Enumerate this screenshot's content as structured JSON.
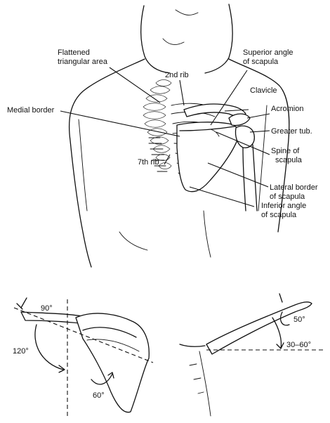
{
  "figure": {
    "labels": {
      "flattened_area": [
        "Flattened",
        "triangular area"
      ],
      "second_rib": "2nd rib",
      "superior_angle": [
        "Superior angle",
        "of scapula"
      ],
      "clavicle": "Clavicle",
      "acromion": "Acromion",
      "medial_border": "Medial border",
      "greater_tub": "Greater tub.",
      "spine_of_scapula": [
        "Spine of",
        "scapula"
      ],
      "seventh_rib": "7th rib",
      "lateral_border": [
        "Lateral border",
        "of scapula"
      ],
      "inferior_angle": [
        "Inferior angle",
        "of scapula"
      ]
    },
    "left_detail": {
      "angle_top": "90°",
      "angle_arc": "120°",
      "angle_bottom": "60°"
    },
    "right_detail": {
      "angle_small": "50°",
      "angle_range": "30–60°"
    }
  }
}
